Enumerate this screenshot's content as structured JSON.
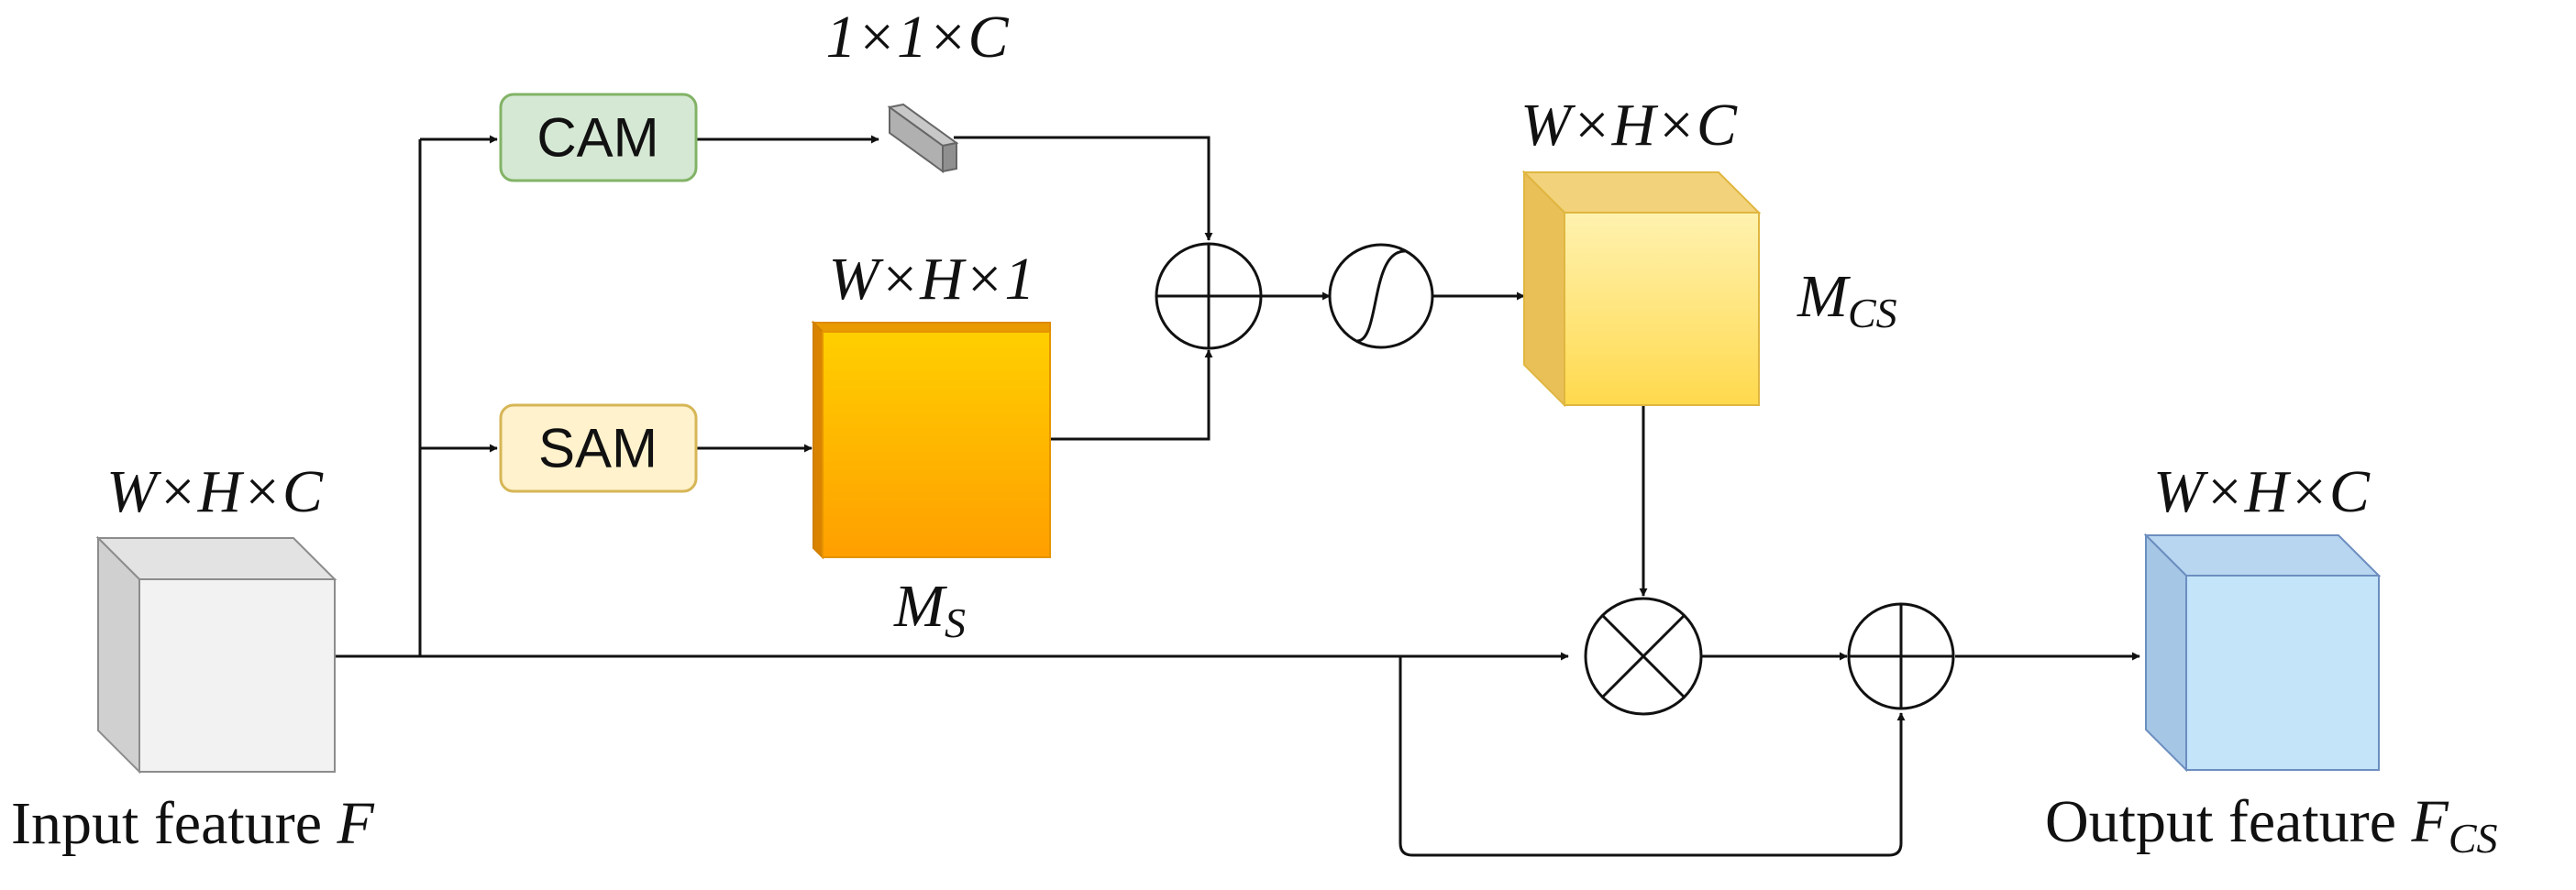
{
  "modules": {
    "cam": "CAM",
    "sam": "SAM"
  },
  "labels": {
    "channel_vector_dims": "1×1×C",
    "spatial_map_dims": "W×H×1",
    "spatial_map_name": "M",
    "spatial_map_sub": "S",
    "combined_dims": "W×H×C",
    "combined_name": "M",
    "combined_sub": "CS",
    "input_dims": "W×H×C",
    "input_caption": "Input feature ",
    "input_symbol": "F",
    "output_dims": "W×H×C",
    "output_caption": "Output feature ",
    "output_symbol": "F",
    "output_sub": "CS"
  },
  "colors": {
    "cam_fill": "#d5e8d4",
    "cam_stroke": "#82b366",
    "sam_fill": "#fff2cc",
    "sam_stroke": "#d6b656",
    "input_cube": "#f2f2f2",
    "spatial_map": "#ffa500",
    "combined_cube": "#ffe27a",
    "output_cube": "#c4e4fa"
  },
  "icons": {
    "add_op": "circled-plus-icon",
    "multiply_op": "circled-times-icon",
    "sigmoid_op": "sigmoid-icon"
  }
}
